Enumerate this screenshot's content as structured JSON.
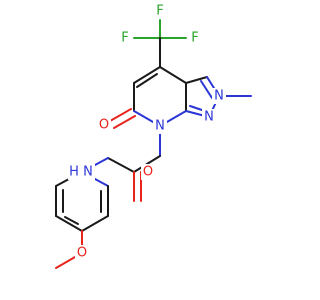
{
  "molecule": {
    "atoms": {
      "f1": "F",
      "f2": "F",
      "f3": "F",
      "n_pyrazole": "N",
      "n2_methyl": "N",
      "n_ring": "N",
      "o_carbonyl_ring": "O",
      "o_amide": "O",
      "n_amide": "N",
      "h_amide": "H",
      "o_methoxy": "O"
    },
    "colors": {
      "carbon_bond": "#1a1a1a",
      "oxygen": "#e8231c",
      "nitrogen": "#2b35d6",
      "fluorine": "#2aa32a"
    }
  }
}
